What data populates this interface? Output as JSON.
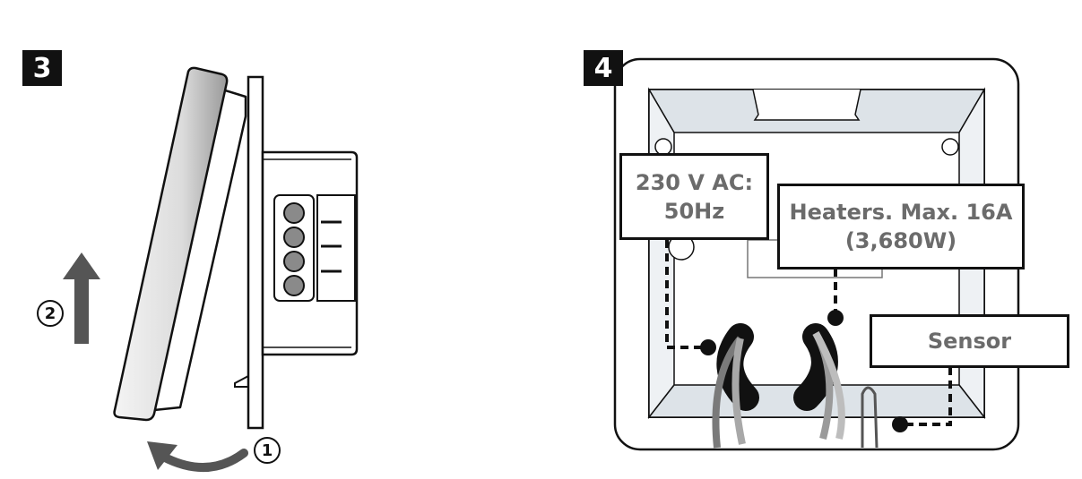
{
  "steps": {
    "step3": "3",
    "step4": "4"
  },
  "sequence": {
    "first": "1",
    "second": "2"
  },
  "labels": {
    "supply_line1": "230 V AC:",
    "supply_line2": "50Hz",
    "heaters_line1": "Heaters. Max. 16A",
    "heaters_line2": "(3,680W)",
    "sensor": "Sensor"
  },
  "colors": {
    "ink": "#111111",
    "label_text": "#6b6b6b",
    "gray_arrow": "#555555",
    "box_fill": "#dde3e8"
  }
}
